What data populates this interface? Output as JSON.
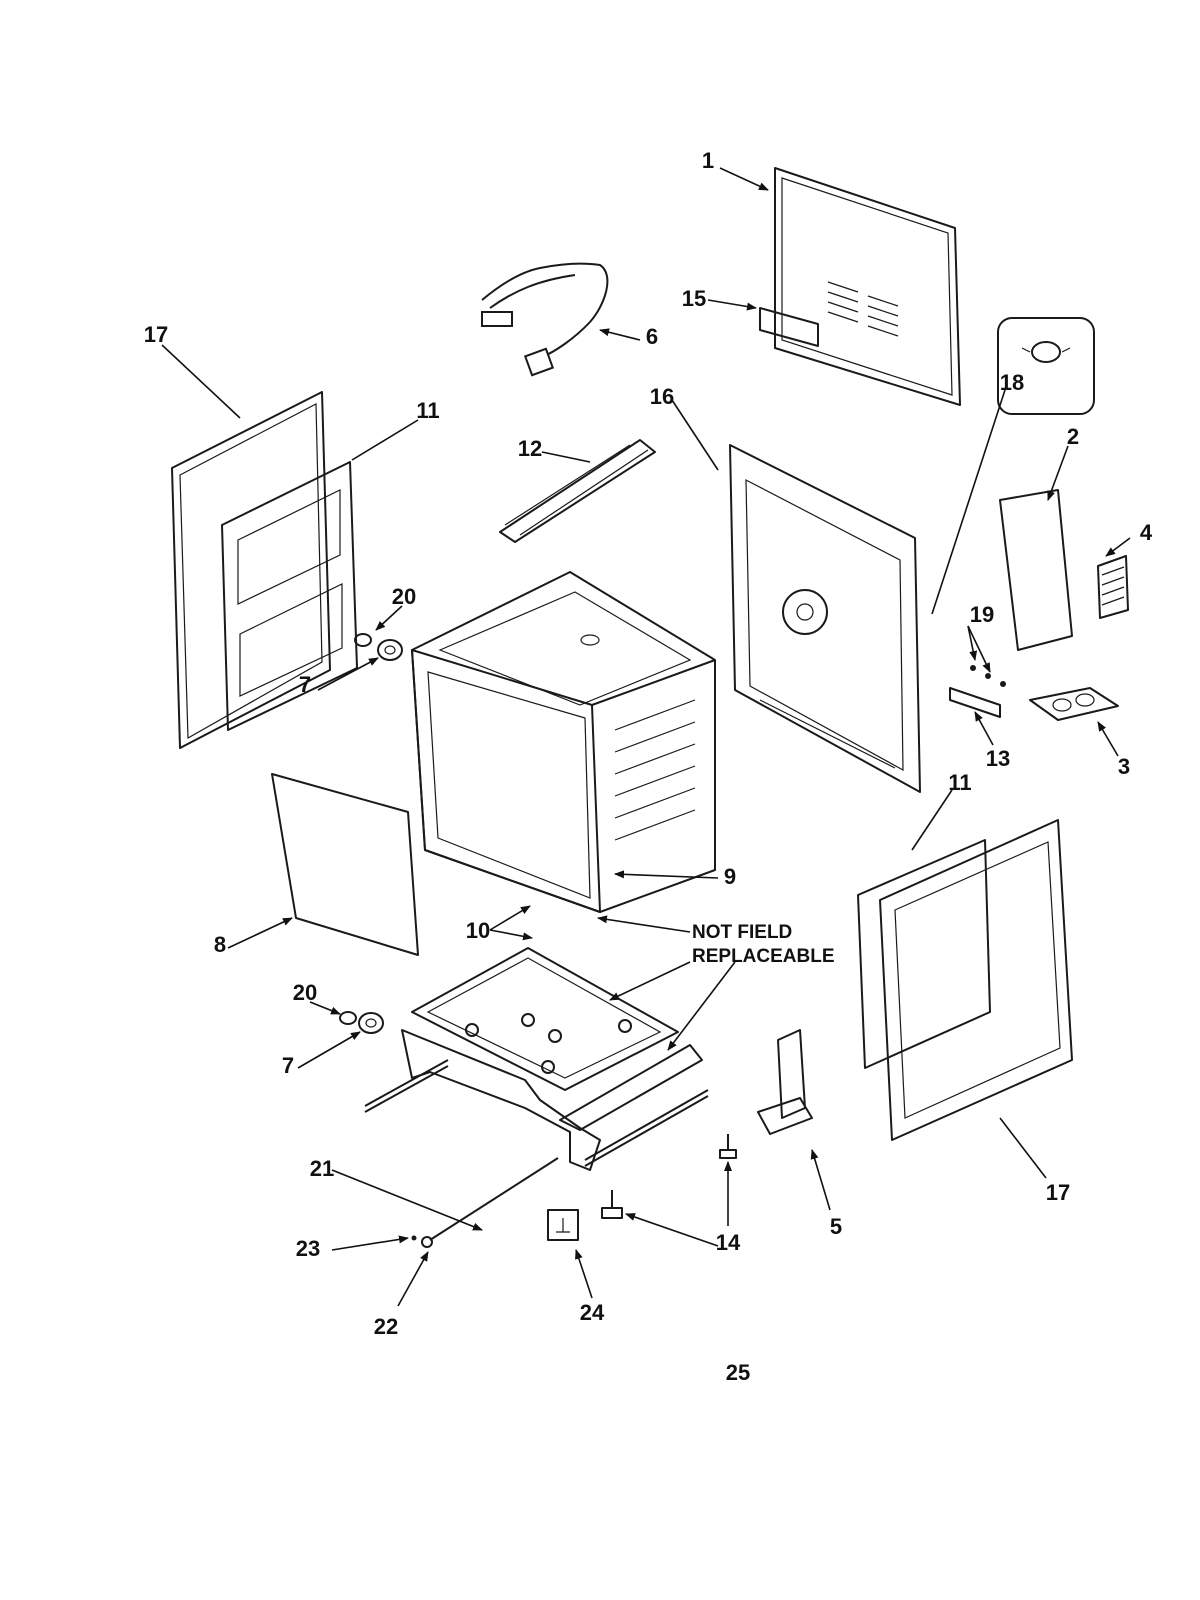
{
  "diagram": {
    "callouts": [
      "1",
      "2",
      "3",
      "4",
      "5",
      "6",
      "7",
      "8",
      "9",
      "10",
      "11",
      "12",
      "13",
      "14",
      "15",
      "16",
      "17",
      "18",
      "19",
      "20",
      "21",
      "22",
      "23",
      "24",
      "25"
    ],
    "note": [
      "NOT FIELD",
      "REPLACEABLE"
    ]
  }
}
